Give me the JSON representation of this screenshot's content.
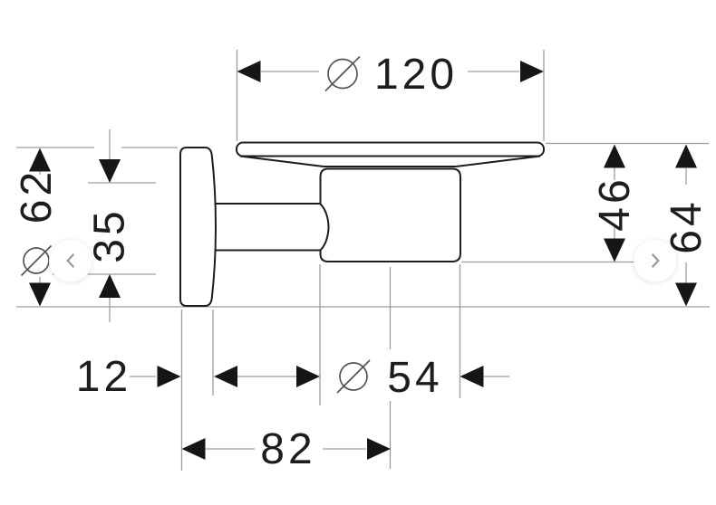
{
  "page": {
    "background": "#ffffff"
  },
  "drawing": {
    "kind": "technical dimension drawing (wall-mounted soap dish holder, side view)",
    "dims": {
      "top": {
        "prefix": "⌀",
        "value": "120"
      },
      "left_outer": {
        "prefix": "⌀",
        "value": "62"
      },
      "left_inner": {
        "prefix": "",
        "value": "35"
      },
      "right_inner": {
        "prefix": "",
        "value": "46"
      },
      "right_outer": {
        "prefix": "",
        "value": "64"
      },
      "bottom_left": {
        "prefix": "",
        "value": "12"
      },
      "bottom_center": {
        "prefix": "⌀",
        "value": "54"
      },
      "bottom_span": {
        "prefix": "",
        "value": "82"
      }
    },
    "colors": {
      "outline": "#1d1d1b",
      "guide": "#9d9d9c",
      "arrow": "#161615",
      "text": "#1d1d1b",
      "symbol": "#555555"
    }
  },
  "carousel": {
    "prev_icon": "chevron-left",
    "next_icon": "chevron-right",
    "icon_color": "#999999"
  }
}
